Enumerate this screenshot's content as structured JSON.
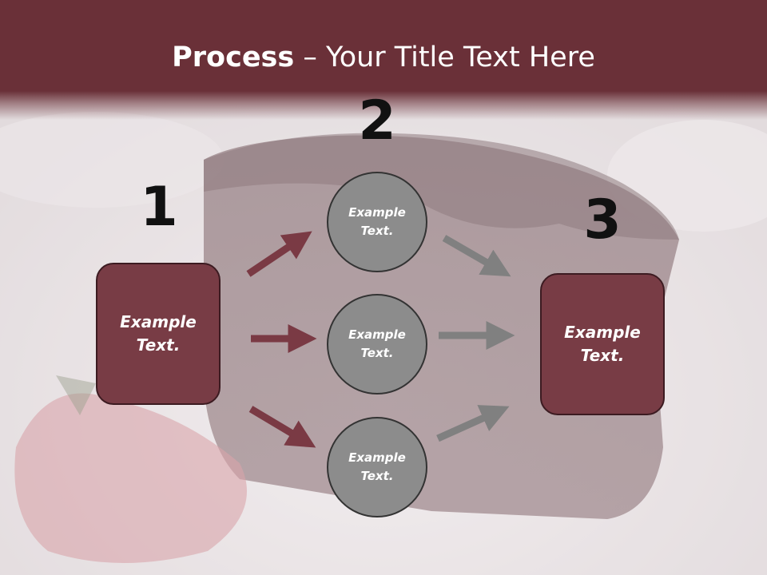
{
  "slide": {
    "title_bold": "Process",
    "title_rest": " – Your Title Text Here"
  },
  "steps": [
    {
      "number": "1",
      "label": "Example Text."
    },
    {
      "number": "2",
      "items": [
        {
          "label": "Example Text."
        },
        {
          "label": "Example Text."
        },
        {
          "label": "Example Text."
        }
      ]
    },
    {
      "number": "3",
      "label": "Example Text."
    }
  ],
  "colors": {
    "title_band": "#6a3038",
    "box_fill": "#783c45",
    "circle_fill": "#8c8c8c",
    "arrow_left": "#7a3a44",
    "arrow_right": "#808080"
  }
}
